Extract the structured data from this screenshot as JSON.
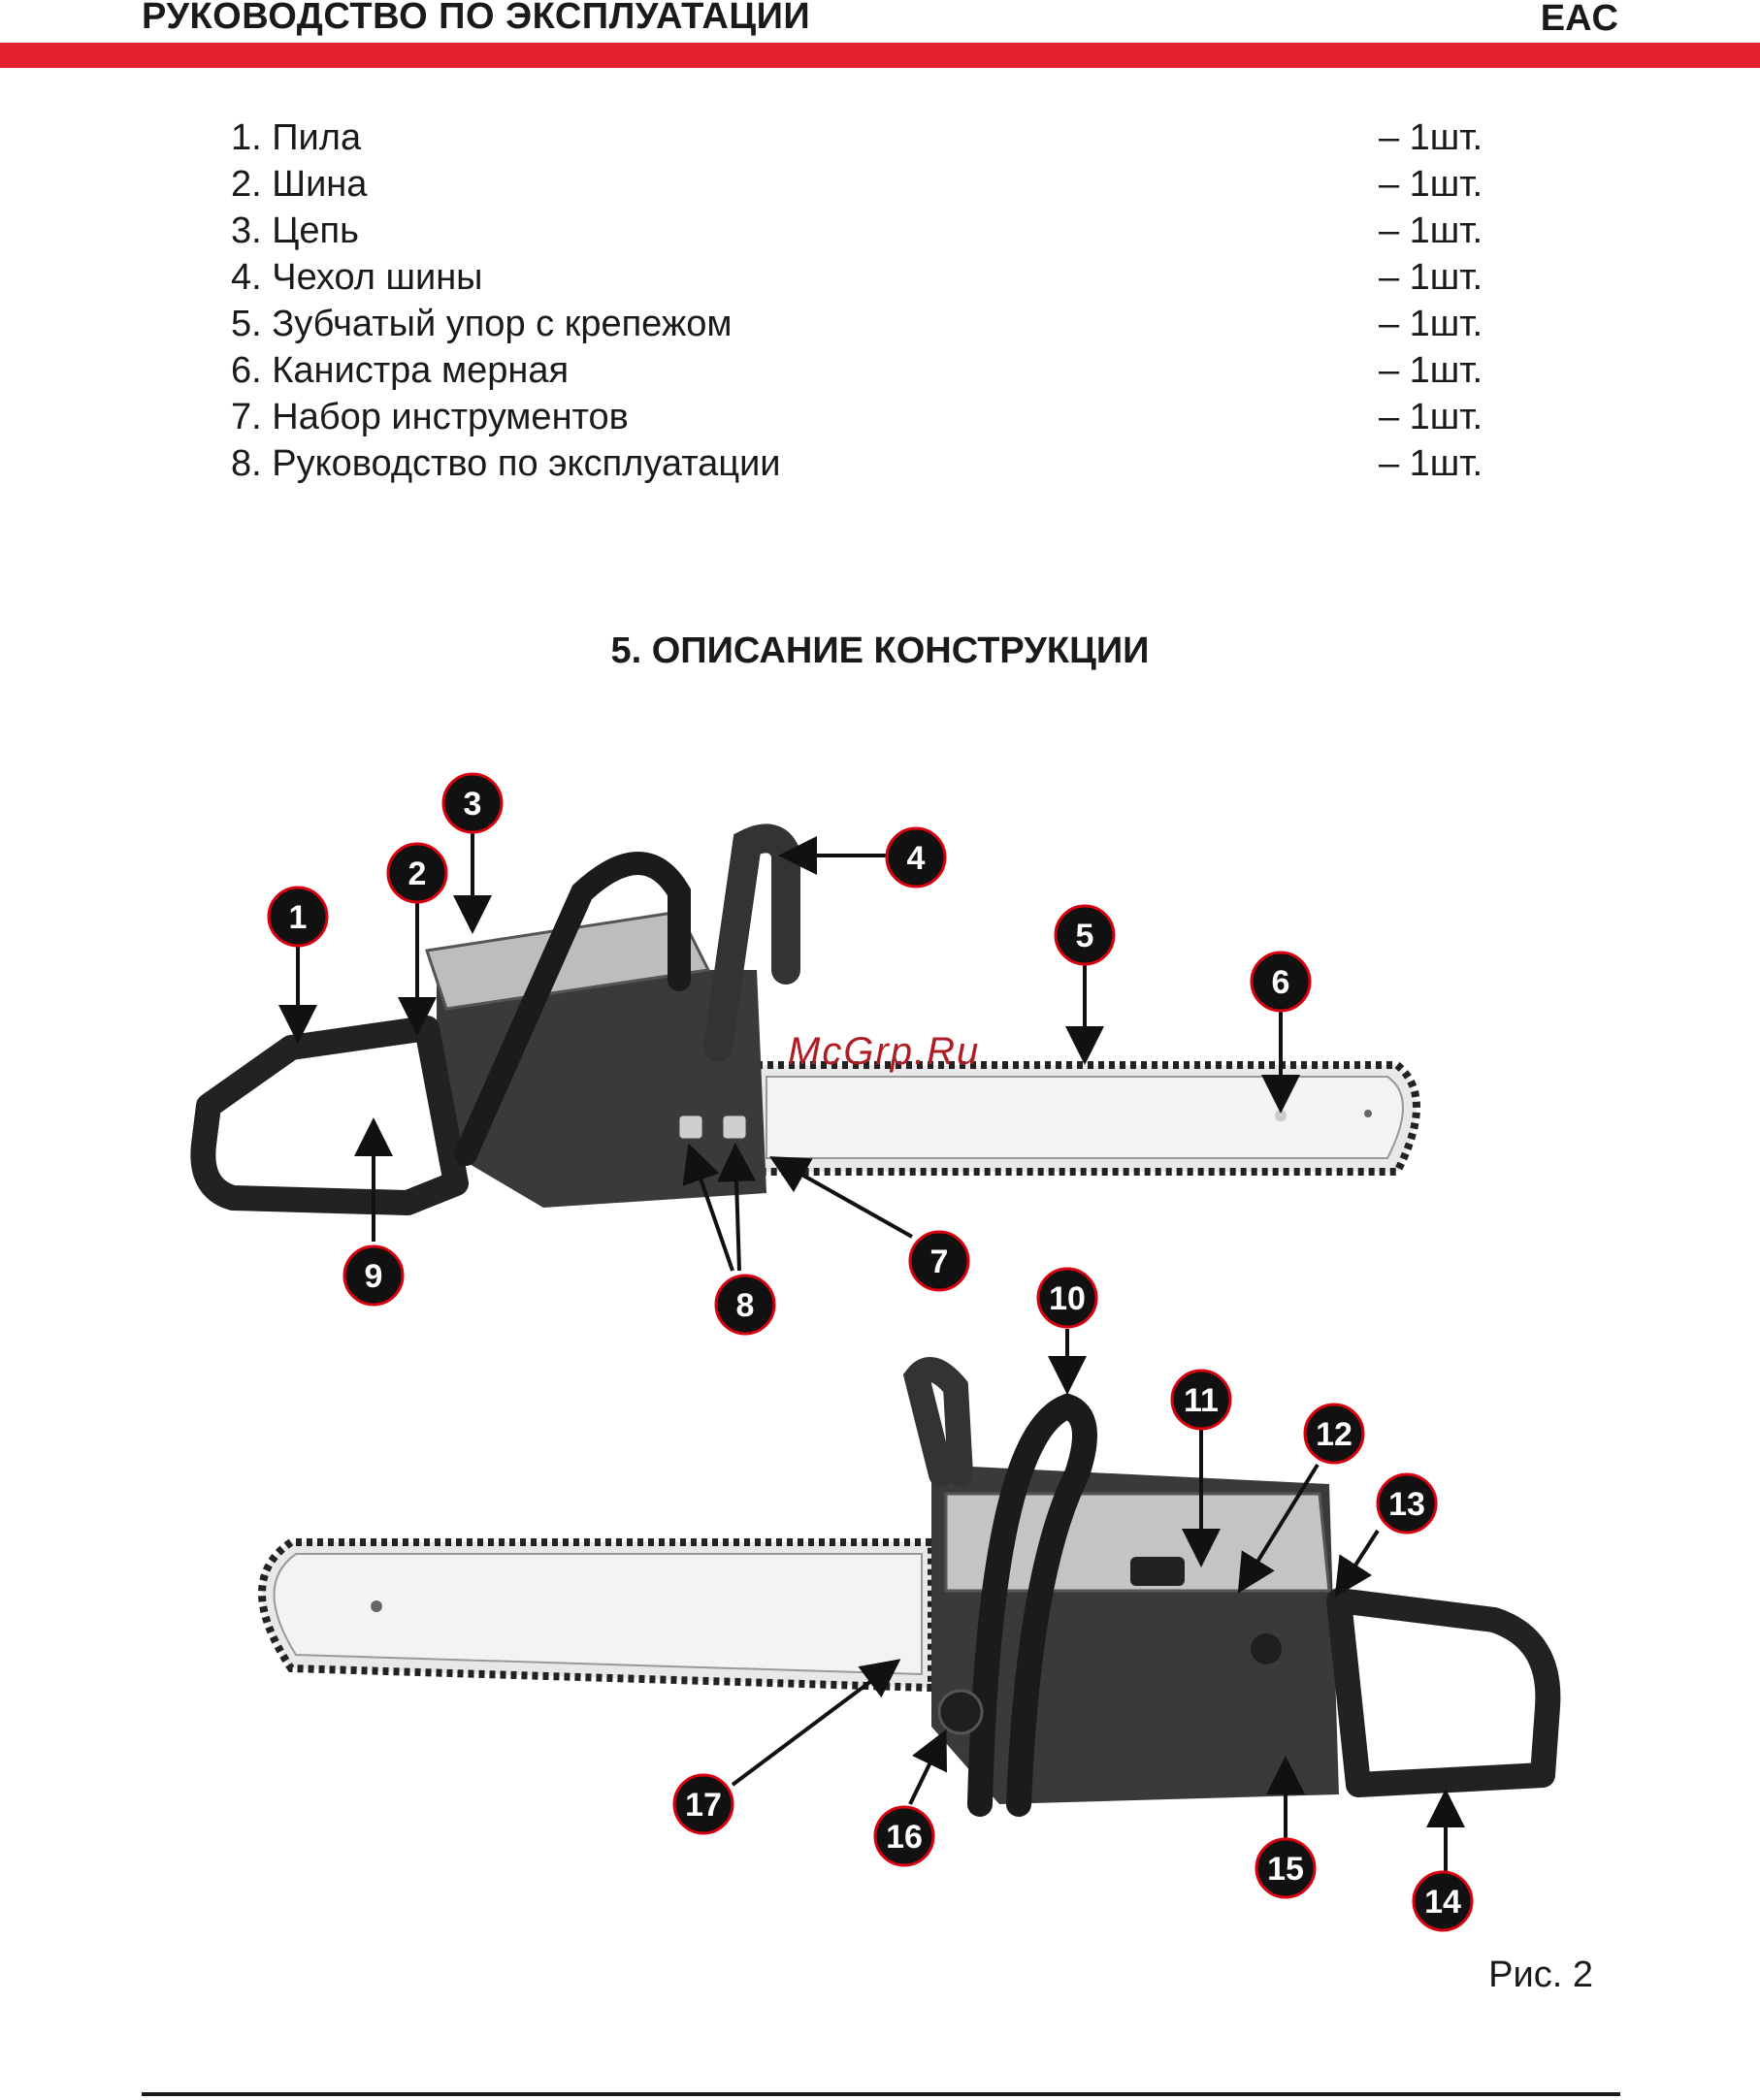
{
  "header": {
    "title": "РУКОВОДСТВО ПО ЭКСПЛУАТАЦИИ",
    "mark": "EAC"
  },
  "contents": [
    {
      "item": "1. Пила",
      "qty": "– 1шт."
    },
    {
      "item": "2. Шина",
      "qty": "– 1шт."
    },
    {
      "item": "3. Цепь",
      "qty": "– 1шт."
    },
    {
      "item": "4. Чехол шины",
      "qty": "– 1шт."
    },
    {
      "item": "5. Зубчатый упор с крепежом",
      "qty": "– 1шт."
    },
    {
      "item": "6. Канистра мерная",
      "qty": "– 1шт."
    },
    {
      "item": "7. Набор инструментов",
      "qty": "– 1шт."
    },
    {
      "item": "8. Руководство по эксплуатации",
      "qty": "– 1шт."
    }
  ],
  "section": {
    "title": "5. ОПИСАНИЕ КОНСТРУКЦИИ"
  },
  "figure": {
    "callouts": [
      "1",
      "2",
      "3",
      "4",
      "5",
      "6",
      "7",
      "8",
      "9",
      "10",
      "11",
      "12",
      "13",
      "14",
      "15",
      "16",
      "17"
    ],
    "watermark": "McGrp.Ru",
    "caption": "Рис. 2"
  },
  "colors": {
    "accent": "#e5202e",
    "text": "#1a1a1a"
  }
}
